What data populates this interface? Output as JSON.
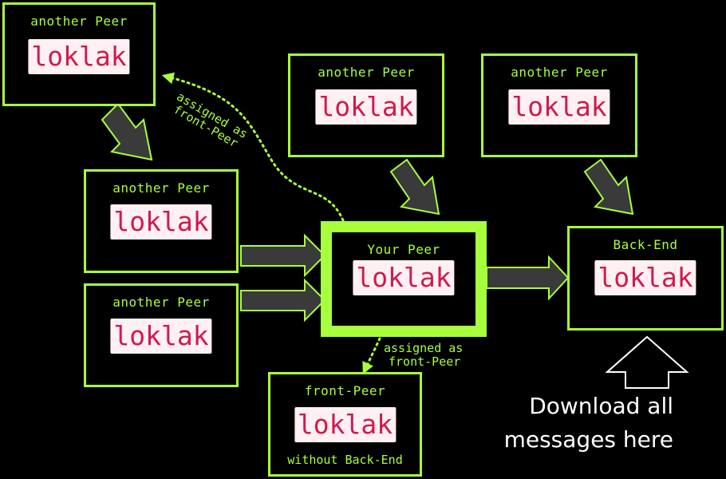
{
  "nodes": {
    "peer_top_left": {
      "title": "another Peer",
      "logo": "loklak"
    },
    "peer_mid_left": {
      "title": "another Peer",
      "logo": "loklak"
    },
    "peer_low_left": {
      "title": "another Peer",
      "logo": "loklak"
    },
    "peer_top_mid": {
      "title": "another Peer",
      "logo": "loklak"
    },
    "peer_top_right": {
      "title": "another Peer",
      "logo": "loklak"
    },
    "your_peer": {
      "title": "Your Peer",
      "logo": "loklak"
    },
    "back_end": {
      "title": "Back-End",
      "logo": "loklak"
    },
    "front_peer": {
      "title": "front-Peer",
      "logo": "loklak",
      "subtitle": "without Back-End"
    }
  },
  "labels": {
    "assigned_top": "assigned as front-Peer",
    "assigned_bottom_line1": "assigned as",
    "assigned_bottom_line2": "front-Peer"
  },
  "download": {
    "line1": "Download all",
    "line2": "messages here"
  },
  "colors": {
    "accent": "#a8ff3e",
    "arrow_fill": "#3a3a3a",
    "logo_bg": "#fff0f3",
    "logo_text": "#d01a4e",
    "background": "#000000"
  }
}
